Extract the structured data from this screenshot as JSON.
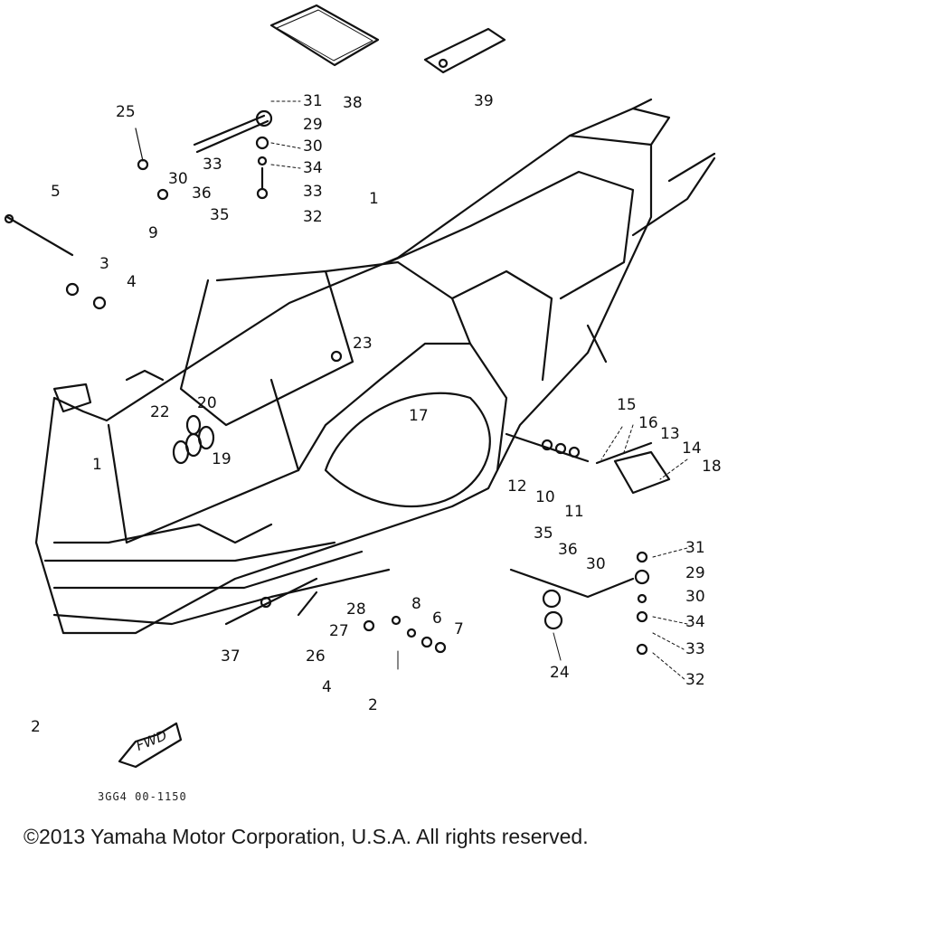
{
  "diagram": {
    "drawing_code": "3GG4 00-1150",
    "direction_marker": "FWD",
    "copyright": "©2013 Yamaha Motor Corporation, U.S.A. All rights reserved.",
    "callouts": [
      {
        "id": "c-1a",
        "text": "1"
      },
      {
        "id": "c-1b",
        "text": "1"
      },
      {
        "id": "c-2a",
        "text": "2"
      },
      {
        "id": "c-2b",
        "text": "2"
      },
      {
        "id": "c-3",
        "text": "3"
      },
      {
        "id": "c-4a",
        "text": "4"
      },
      {
        "id": "c-4b",
        "text": "4"
      },
      {
        "id": "c-5",
        "text": "5"
      },
      {
        "id": "c-6",
        "text": "6"
      },
      {
        "id": "c-7",
        "text": "7"
      },
      {
        "id": "c-8",
        "text": "8"
      },
      {
        "id": "c-9",
        "text": "9"
      },
      {
        "id": "c-10",
        "text": "10"
      },
      {
        "id": "c-11",
        "text": "11"
      },
      {
        "id": "c-12",
        "text": "12"
      },
      {
        "id": "c-13",
        "text": "13"
      },
      {
        "id": "c-14",
        "text": "14"
      },
      {
        "id": "c-15",
        "text": "15"
      },
      {
        "id": "c-16",
        "text": "16"
      },
      {
        "id": "c-17",
        "text": "17"
      },
      {
        "id": "c-18",
        "text": "18"
      },
      {
        "id": "c-19",
        "text": "19"
      },
      {
        "id": "c-20",
        "text": "20"
      },
      {
        "id": "c-22",
        "text": "22"
      },
      {
        "id": "c-23",
        "text": "23"
      },
      {
        "id": "c-24",
        "text": "24"
      },
      {
        "id": "c-25",
        "text": "25"
      },
      {
        "id": "c-26",
        "text": "26"
      },
      {
        "id": "c-27",
        "text": "27"
      },
      {
        "id": "c-28",
        "text": "28"
      },
      {
        "id": "c-29a",
        "text": "29"
      },
      {
        "id": "c-29b",
        "text": "29"
      },
      {
        "id": "c-30a",
        "text": "30"
      },
      {
        "id": "c-30b",
        "text": "30"
      },
      {
        "id": "c-30c",
        "text": "30"
      },
      {
        "id": "c-30d",
        "text": "30"
      },
      {
        "id": "c-31a",
        "text": "31"
      },
      {
        "id": "c-31b",
        "text": "31"
      },
      {
        "id": "c-32a",
        "text": "32"
      },
      {
        "id": "c-32b",
        "text": "32"
      },
      {
        "id": "c-33a",
        "text": "33"
      },
      {
        "id": "c-33b",
        "text": "33"
      },
      {
        "id": "c-33c",
        "text": "33"
      },
      {
        "id": "c-34a",
        "text": "34"
      },
      {
        "id": "c-34b",
        "text": "34"
      },
      {
        "id": "c-35a",
        "text": "35"
      },
      {
        "id": "c-35b",
        "text": "35"
      },
      {
        "id": "c-36a",
        "text": "36"
      },
      {
        "id": "c-36b",
        "text": "36"
      },
      {
        "id": "c-37",
        "text": "37"
      },
      {
        "id": "c-38",
        "text": "38"
      },
      {
        "id": "c-39",
        "text": "39"
      }
    ]
  }
}
